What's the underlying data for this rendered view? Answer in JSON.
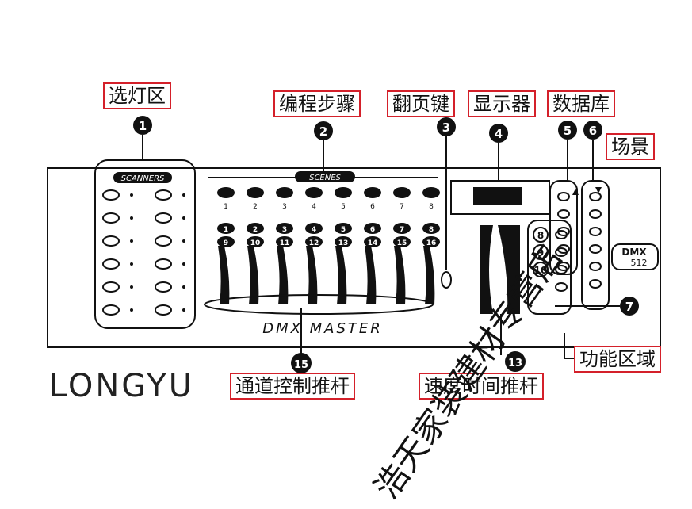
{
  "labels": {
    "select_lights": "选灯区",
    "program_steps": "编程步骤",
    "page_key": "翻页键",
    "display": "显示器",
    "database": "数据库",
    "scene": "场景",
    "function_area": "功能区域",
    "channel_faders": "通道控制推杆",
    "speed_time_faders": "速度时间推杆"
  },
  "callouts": {
    "n1": "1",
    "n2": "2",
    "n3": "3",
    "n4": "4",
    "n5": "5",
    "n6": "6",
    "n7": "7",
    "n8": "8",
    "n9": "9",
    "n10": "10",
    "n13": "13",
    "n15": "15"
  },
  "panel": {
    "scanners_label": "SCANNERS",
    "scenes_label": "SCENES",
    "scene_numbers": [
      "1",
      "2",
      "3",
      "4",
      "5",
      "6",
      "7",
      "8"
    ],
    "fader_top": [
      "1",
      "2",
      "3",
      "4",
      "5",
      "6",
      "7",
      "8"
    ],
    "fader_bottom": [
      "9",
      "10",
      "11",
      "12",
      "13",
      "14",
      "15",
      "16"
    ],
    "footer": "DMX MASTER",
    "dmx_badge_top": "DMX",
    "dmx_badge_bottom": "512"
  },
  "brand": "LONGYU",
  "watermark": "浩天家装建材专营店",
  "colors": {
    "label_border": "#d4202a",
    "ink": "#111111"
  }
}
